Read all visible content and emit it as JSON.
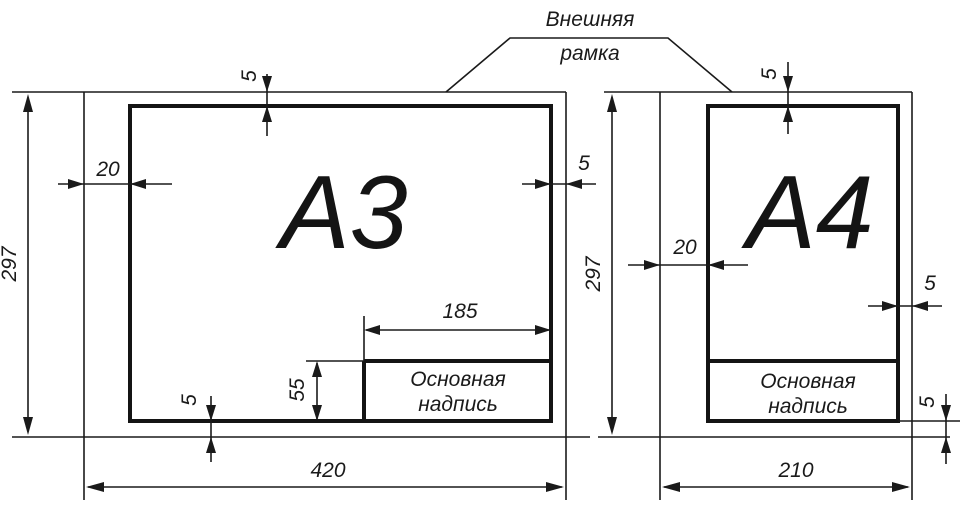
{
  "callout": {
    "line1": "Внешняя",
    "line2": "рамка"
  },
  "a3": {
    "format": "A3",
    "width": "420",
    "height": "297",
    "margin_left": "20",
    "margin_top": "5",
    "margin_right": "5",
    "margin_bottom": "5",
    "title_block_width": "185",
    "title_block_height": "55",
    "title_block_line1": "Основная",
    "title_block_line2": "надпись"
  },
  "a4": {
    "format": "A4",
    "width": "210",
    "height": "297",
    "margin_left": "20",
    "margin_top": "5",
    "margin_right": "5",
    "margin_bottom": "5",
    "title_block_line1": "Основная",
    "title_block_line2": "надпись"
  }
}
